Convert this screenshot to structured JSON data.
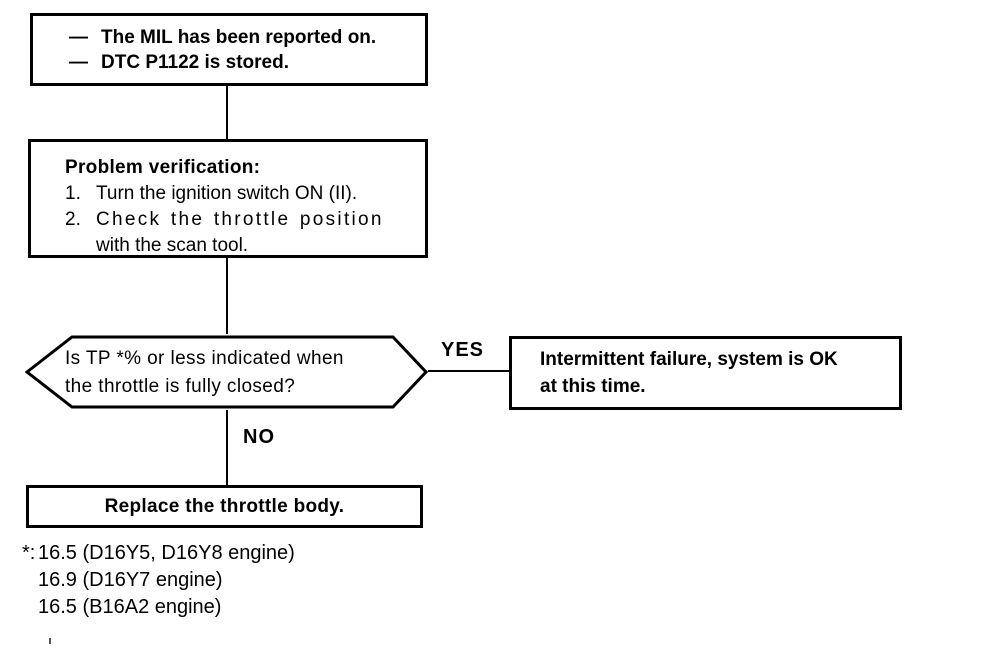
{
  "nodes": {
    "start": {
      "bullet": "—",
      "lines": [
        "The MIL has been reported on.",
        "DTC P1122 is stored."
      ]
    },
    "verify": {
      "title": "Problem verification:",
      "steps": [
        {
          "num": "1.",
          "text": "Turn the ignition switch ON (II)."
        },
        {
          "num": "2.",
          "text": "Check the throttle position",
          "text2": "with the scan tool."
        }
      ]
    },
    "decision": {
      "lines": [
        "Is TP *% or less indicated when",
        "the throttle is fully closed?"
      ]
    },
    "yes_result": {
      "lines": [
        "Intermittent failure, system is OK",
        "at this time."
      ]
    },
    "no_result": {
      "text": "Replace the throttle body."
    }
  },
  "labels": {
    "yes": "YES",
    "no": "NO"
  },
  "footnote": {
    "marker": "*:",
    "lines": [
      "16.5 (D16Y5, D16Y8 engine)",
      "16.9 (D16Y7 engine)",
      "16.5 (B16A2 engine)"
    ]
  },
  "colors": {
    "ink": "#000000",
    "background": "#ffffff"
  }
}
